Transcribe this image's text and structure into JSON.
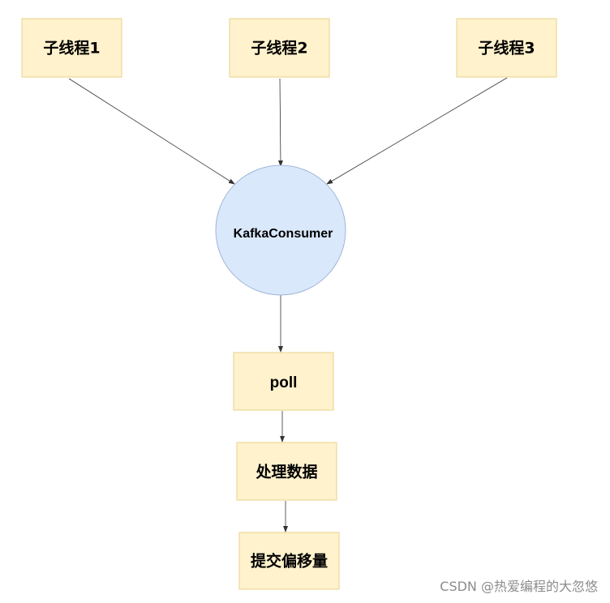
{
  "nodes": {
    "thread1": "子线程1",
    "thread2": "子线程2",
    "thread3": "子线程3",
    "consumer": "KafkaConsumer",
    "poll": "poll",
    "process": "处理数据",
    "commit": "提交偏移量"
  },
  "watermark": "CSDN @热爱编程的大忽悠",
  "colors": {
    "box_fill": "#fff2cc",
    "box_stroke": "#d6b656",
    "circle_fill": "#dae8fc",
    "circle_stroke": "#6c8ebf",
    "edge": "#333333"
  }
}
